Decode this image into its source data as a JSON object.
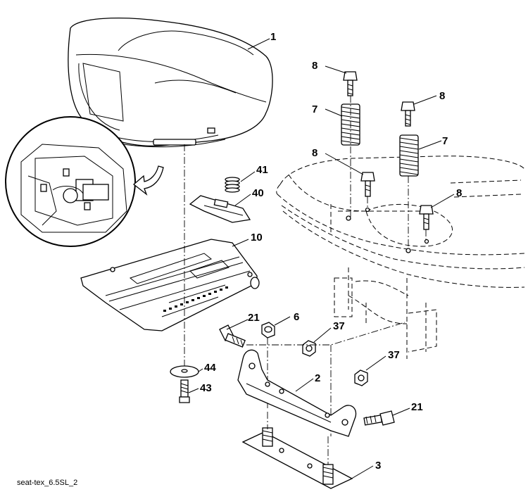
{
  "diagram": {
    "caption": "seat-tex_6.5SL_2",
    "callouts": [
      {
        "id": "c1",
        "label": "1"
      },
      {
        "id": "c8a",
        "label": "8"
      },
      {
        "id": "c7a",
        "label": "7"
      },
      {
        "id": "c8b",
        "label": "8"
      },
      {
        "id": "c7b",
        "label": "7"
      },
      {
        "id": "c8c",
        "label": "8"
      },
      {
        "id": "c8d",
        "label": "8"
      },
      {
        "id": "c41",
        "label": "41"
      },
      {
        "id": "c40",
        "label": "40"
      },
      {
        "id": "c10",
        "label": "10"
      },
      {
        "id": "c21a",
        "label": "21"
      },
      {
        "id": "c6",
        "label": "6"
      },
      {
        "id": "c37a",
        "label": "37"
      },
      {
        "id": "c37b",
        "label": "37"
      },
      {
        "id": "c44",
        "label": "44"
      },
      {
        "id": "c43",
        "label": "43"
      },
      {
        "id": "c2",
        "label": "2"
      },
      {
        "id": "c21b",
        "label": "21"
      },
      {
        "id": "c3",
        "label": "3"
      }
    ]
  }
}
